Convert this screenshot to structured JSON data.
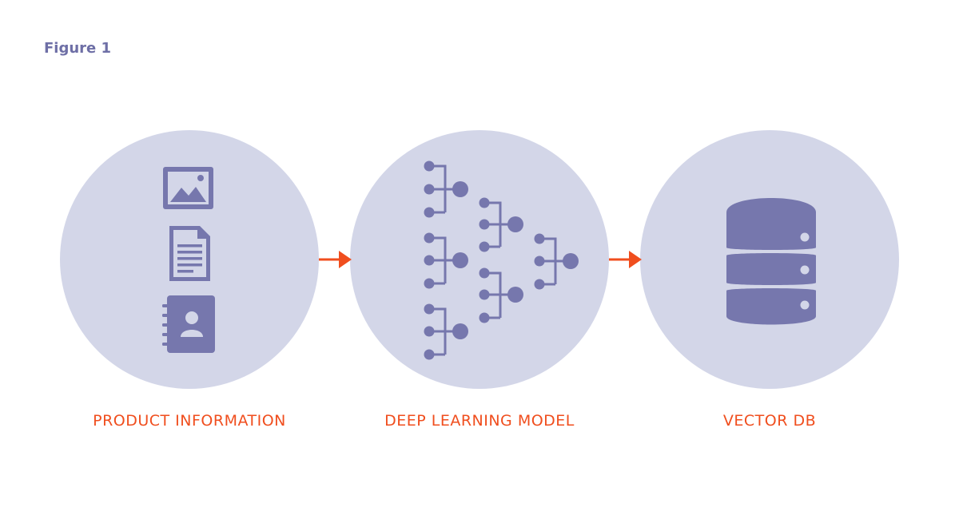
{
  "figure_label": "Figure 1",
  "colors": {
    "circle_fill": "#d3d6e8",
    "icon_fill": "#7677ad",
    "arrow": "#f04e1e",
    "caption": "#f04e1e",
    "figure_label": "#6e6fa6"
  },
  "nodes": [
    {
      "label": "PRODUCT INFORMATION",
      "icons": [
        "image-icon",
        "document-icon",
        "contact-book-icon"
      ]
    },
    {
      "label": "DEEP LEARNING MODEL",
      "icons": [
        "neural-network-icon"
      ]
    },
    {
      "label": "VECTOR DB",
      "icons": [
        "database-icon"
      ]
    }
  ],
  "edges": [
    {
      "from": "PRODUCT INFORMATION",
      "to": "DEEP LEARNING MODEL"
    },
    {
      "from": "DEEP LEARNING MODEL",
      "to": "VECTOR DB"
    }
  ]
}
